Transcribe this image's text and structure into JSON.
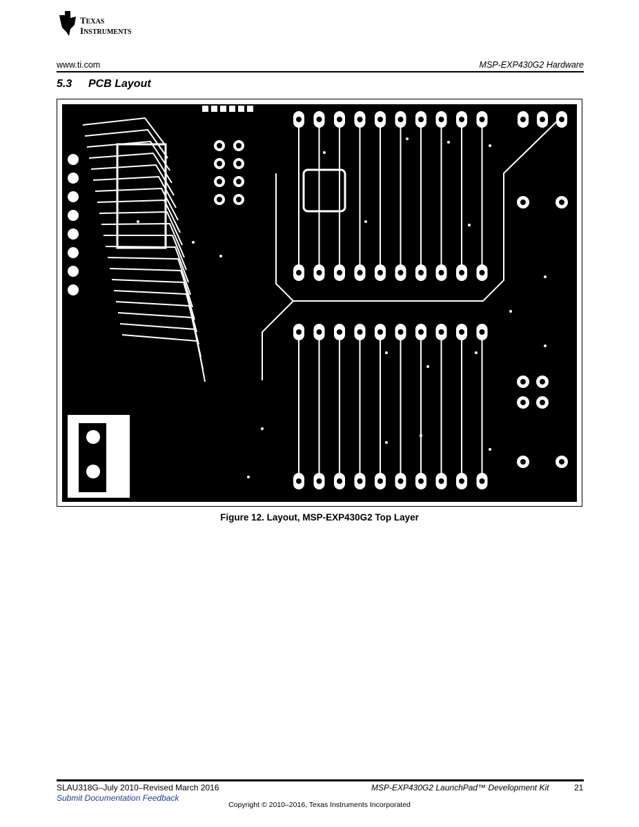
{
  "header": {
    "logo_text": [
      "Texas",
      "Instruments"
    ],
    "website": "www.ti.com",
    "document_section": "MSP-EXP430G2 Hardware"
  },
  "section": {
    "number": "5.3",
    "title": "PCB Layout"
  },
  "figure": {
    "caption": "Figure 12.  Layout, MSP-EXP430G2 Top Layer"
  },
  "footer": {
    "doc_id": "SLAU318G–July 2010–Revised March 2016",
    "feedback_link": "Submit Documentation Feedback",
    "kit_title": "MSP-EXP430G2 LaunchPad™ Development Kit",
    "page_number": "21",
    "copyright": "Copyright © 2010–2016, Texas Instruments Incorporated"
  }
}
